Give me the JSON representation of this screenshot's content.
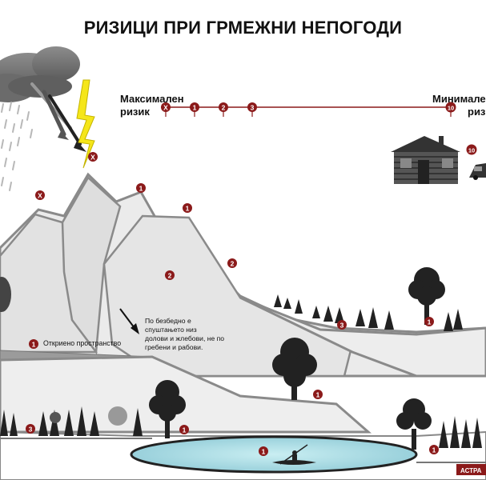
{
  "title": "РИЗИЦИ ПРИ ГРМЕЖНИ НЕПОГОДИ",
  "scale": {
    "max_label_line1": "Максимален",
    "max_label_line2": "ризик",
    "min_label_line1": "Минимален",
    "min_label_line2": "ризик",
    "markers": [
      "X",
      "1",
      "2",
      "3",
      "10"
    ]
  },
  "badges": {
    "strike": "X",
    "peak_left": "X",
    "one": "1",
    "two": "2",
    "three": "3",
    "ten": "10"
  },
  "notes": {
    "open_space_label": "Откриено пространство",
    "valley_line1": "По безбедно е",
    "valley_line2": "спуштањето низ",
    "valley_line3": "долови и жлебови, не по",
    "valley_line4": "гребени и рабови."
  },
  "logo": "АСТРА",
  "colors": {
    "badge": "#8b1a1a",
    "lightning": "#f5e61a",
    "lake": "#a8d8e0",
    "mountain_fill": "#ebebeb",
    "mountain_edge": "#777777"
  }
}
